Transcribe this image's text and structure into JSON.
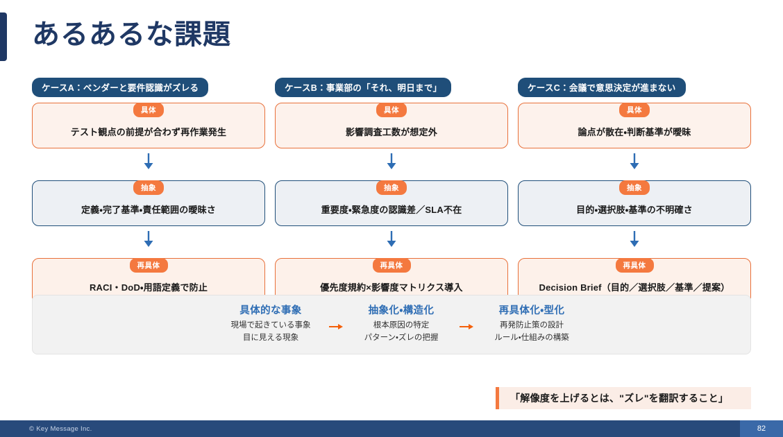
{
  "slide": {
    "title": "あるあるな課題",
    "accent_navy": "#1F3864",
    "accent_orange": "#F4793F",
    "accent_blue": "#2E6DB4"
  },
  "columns": [
    {
      "case_label": "ケースA：ベンダーと要件認識がズレる",
      "nodes": [
        {
          "badge": "具体",
          "text": "テスト観点の前提が合わず再作業発生"
        },
        {
          "badge": "抽象",
          "text": "定義・完了基準・責任範囲の曖昧さ"
        },
        {
          "badge": "再具体",
          "text": "RACI・DoD・用語定義で防止"
        }
      ]
    },
    {
      "case_label": "ケースB：事業部の「それ、明日まで」",
      "nodes": [
        {
          "badge": "具体",
          "text": "影響調査工数が想定外"
        },
        {
          "badge": "抽象",
          "text": "重要度・緊急度の認識差／SLA不在"
        },
        {
          "badge": "再具体",
          "text": "優先度規約×影響度マトリクス導入"
        }
      ]
    },
    {
      "case_label": "ケースC：会議で意思決定が進まない",
      "nodes": [
        {
          "badge": "具体",
          "text": "論点が散在・判断基準が曖昧"
        },
        {
          "badge": "抽象",
          "text": "目的・選択肢・基準の不明確さ"
        },
        {
          "badge": "再具体",
          "text": "Decision Brief（目的／選択肢／基準／提案）"
        }
      ]
    }
  ],
  "summary": {
    "steps": [
      {
        "head": "具体的な事象",
        "line1": "現場で起きている事象",
        "line2": "目に見える現象"
      },
      {
        "head": "抽象化・構造化",
        "line1": "根本原因の特定",
        "line2": "パターン・ズレの把握"
      },
      {
        "head": "再具体化・型化",
        "line1": "再発防止策の設計",
        "line2": "ルール・仕組みの構築"
      }
    ]
  },
  "quote": {
    "text": "「解像度を上げるとは、\"ズレ\"を翻訳すること」"
  },
  "footer": {
    "copyright": "© Key Message Inc.",
    "page_number": "82"
  }
}
